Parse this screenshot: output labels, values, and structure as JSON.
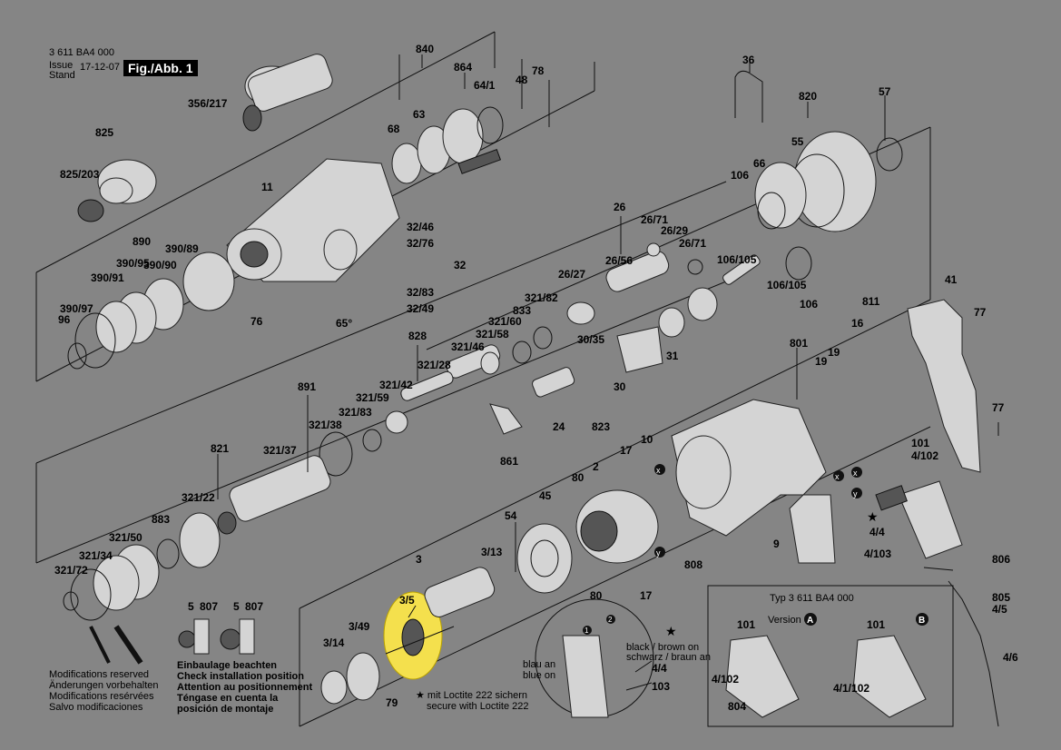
{
  "header": {
    "code": "3 611 BA4 000",
    "issue_label": "Issue",
    "stand_label": "Stand",
    "date": "17-12-07",
    "fig_label": "Fig./Abb. 1"
  },
  "labels": [
    "840",
    "864",
    "78",
    "64/1",
    "48",
    "63",
    "68",
    "356/217",
    "825",
    "825/203",
    "11",
    "36",
    "820",
    "57",
    "55",
    "66",
    "106",
    "106/105",
    "106/105",
    "106",
    "26",
    "26/71",
    "26/29",
    "26/71",
    "26/56",
    "26/27",
    "32/46",
    "32/76",
    "32",
    "32/83",
    "32/49",
    "65°",
    "890",
    "390/89",
    "390/95",
    "390/90",
    "390/91",
    "390/97",
    "96",
    "76",
    "321/82",
    "833",
    "321/60",
    "321/58",
    "321/46",
    "30/35",
    "31",
    "30",
    "828",
    "321/28",
    "321/42",
    "321/59",
    "891",
    "321/83",
    "321/38",
    "24",
    "823",
    "861",
    "821",
    "321/37",
    "321/22",
    "883",
    "321/50",
    "321/34",
    "321/72",
    "41",
    "77",
    "811",
    "16",
    "801",
    "19",
    "19",
    "77",
    "101",
    "4/102",
    "4/4",
    "4/103",
    "806",
    "805",
    "4/5",
    "4/6",
    "10",
    "17",
    "2",
    "80",
    "45",
    "54",
    "3/13",
    "3",
    "80",
    "17",
    "9",
    "808",
    "5",
    "807",
    "5",
    "807",
    "3/5",
    "3/49",
    "3/14",
    "79",
    "4/4",
    "103"
  ],
  "notes": {
    "line1": "Modifications reserved",
    "line2": "Änderungen vorbehalten",
    "line3": "Modifications resérvées",
    "line4": "Salvo modificaciones"
  },
  "install": {
    "line1": "Einbaulage beachten",
    "line2": "Check installation position",
    "line3": "Attention au positionnement",
    "line4": "Téngase en cuenta la",
    "line5": "posición de montaje"
  },
  "loctite": {
    "line1": "★ mit Loctite 222 sichern",
    "line2": "secure with Loctite 222"
  },
  "wiring": {
    "blau_an": "blau an",
    "blue_on": "blue on",
    "black_brown": "black / brown on",
    "schwarz_braun": "schwarz / braun an"
  },
  "typ_box": {
    "title": "Typ 3 611 BA4 000",
    "version": "Version",
    "label_a": "A",
    "label_b": "B",
    "l101a": "101",
    "l101b": "101",
    "l4102": "4/102",
    "l804": "804",
    "l41102": "4/1/102"
  },
  "markers": {
    "x": "x",
    "y": "y",
    "one": "1",
    "two": "2"
  },
  "highlight_color": "#f4e04d"
}
